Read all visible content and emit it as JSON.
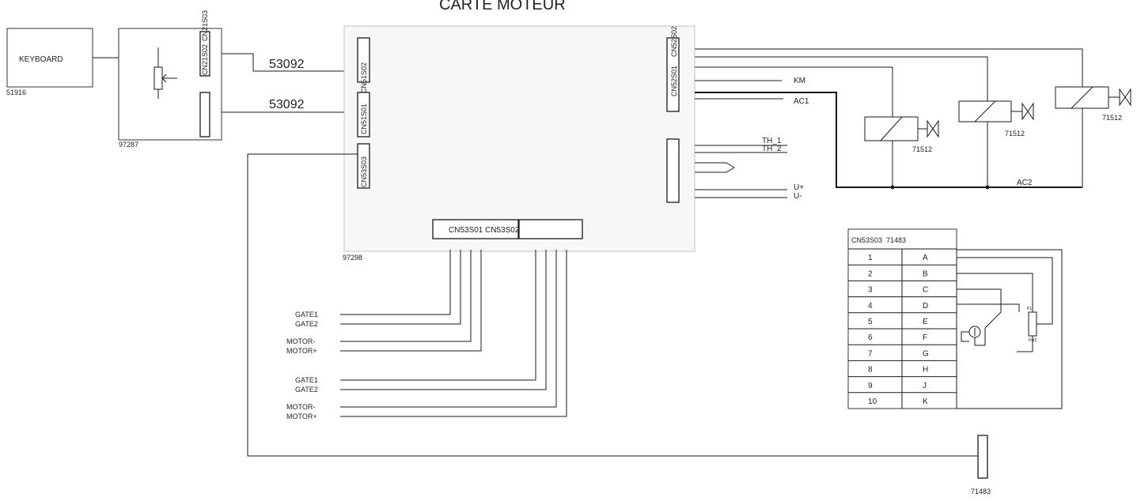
{
  "title": "CARTE MOTEUR",
  "top_left_fragment": "",
  "keyboard": {
    "label": "KEYBOARD",
    "ref": "51916"
  },
  "board_97287": {
    "ref": "97287",
    "connector_a": "CN21S02",
    "connector_b": "CN21S03"
  },
  "cables": {
    "upper": "53092",
    "lower": "53092"
  },
  "main_board": {
    "ref": "97298",
    "left_connectors": [
      "CN51S01",
      "CN51S02",
      "CN53S03"
    ],
    "right_connectors": [
      "CN52S01",
      "CN52S02"
    ],
    "bottom_connectors": [
      "CN53S01",
      "CN53S02"
    ]
  },
  "right_signals": [
    "KM",
    "AC1",
    "TH_1",
    "TH_2",
    "U+",
    "U-"
  ],
  "solenoids": [
    "71512",
    "71512",
    "71512"
  ],
  "ac2_label": "AC2",
  "motor_groups": [
    [
      "GATE1",
      "GATE2",
      "MOTOR-",
      "MOTOR+"
    ],
    [
      "GATE1",
      "GATE2",
      "MOTOR-",
      "MOTOR+"
    ]
  ],
  "pin_table": {
    "header": "CN53S03",
    "header_ref": "71483",
    "rows": [
      [
        "1",
        "A"
      ],
      [
        "2",
        "B"
      ],
      [
        "3",
        "C"
      ],
      [
        "4",
        "D"
      ],
      [
        "5",
        "E"
      ],
      [
        "6",
        "F"
      ],
      [
        "7",
        "G"
      ],
      [
        "8",
        "H"
      ],
      [
        "9",
        "J"
      ],
      [
        "10",
        "K"
      ]
    ]
  },
  "pot_labels": [
    "P1",
    "Pot2"
  ],
  "bottom_connector_ref": "71483"
}
